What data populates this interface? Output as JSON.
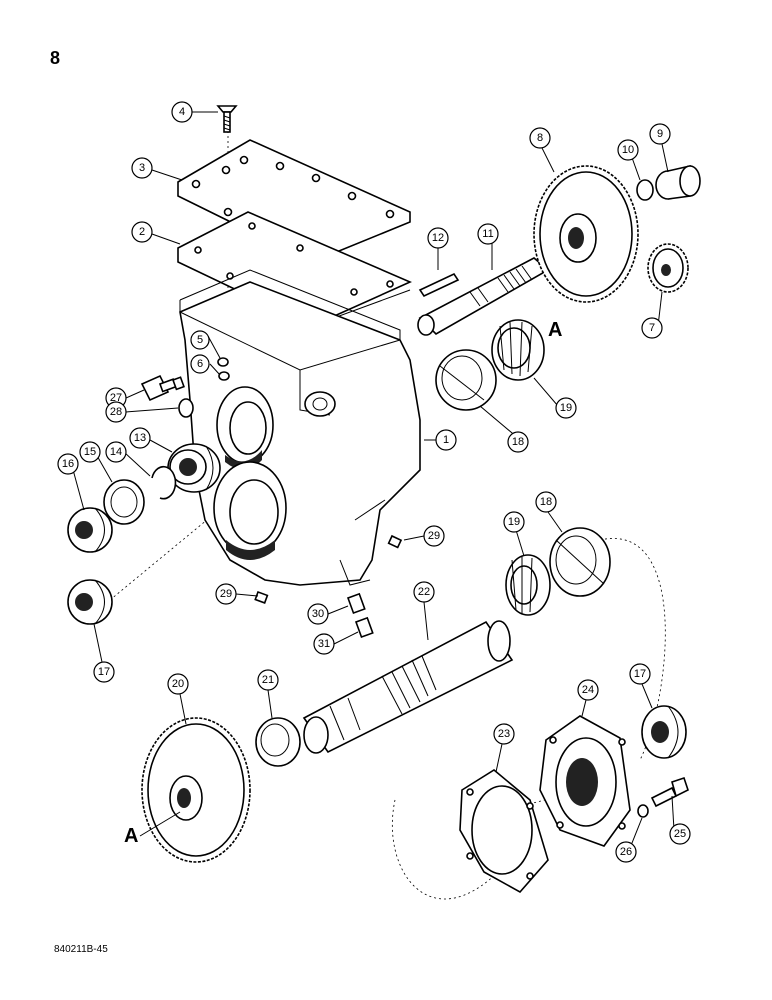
{
  "page": {
    "number": "8",
    "figure_code": "840211B-45"
  },
  "reference_letter": "A",
  "callouts": {
    "c1": "1",
    "c2": "2",
    "c3": "3",
    "c4": "4",
    "c5": "5",
    "c6": "6",
    "c7": "7",
    "c8": "8",
    "c9": "9",
    "c10": "10",
    "c11": "11",
    "c12": "12",
    "c13": "13",
    "c14": "14",
    "c15": "15",
    "c16": "16",
    "c17a": "17",
    "c17b": "17",
    "c18a": "18",
    "c18b": "18",
    "c19a": "19",
    "c19b": "19",
    "c20": "20",
    "c21": "21",
    "c22": "22",
    "c23": "23",
    "c24": "24",
    "c25": "25",
    "c26": "26",
    "c27": "27",
    "c28": "28",
    "c29a": "29",
    "c29b": "29",
    "c30": "30",
    "c31": "31"
  }
}
